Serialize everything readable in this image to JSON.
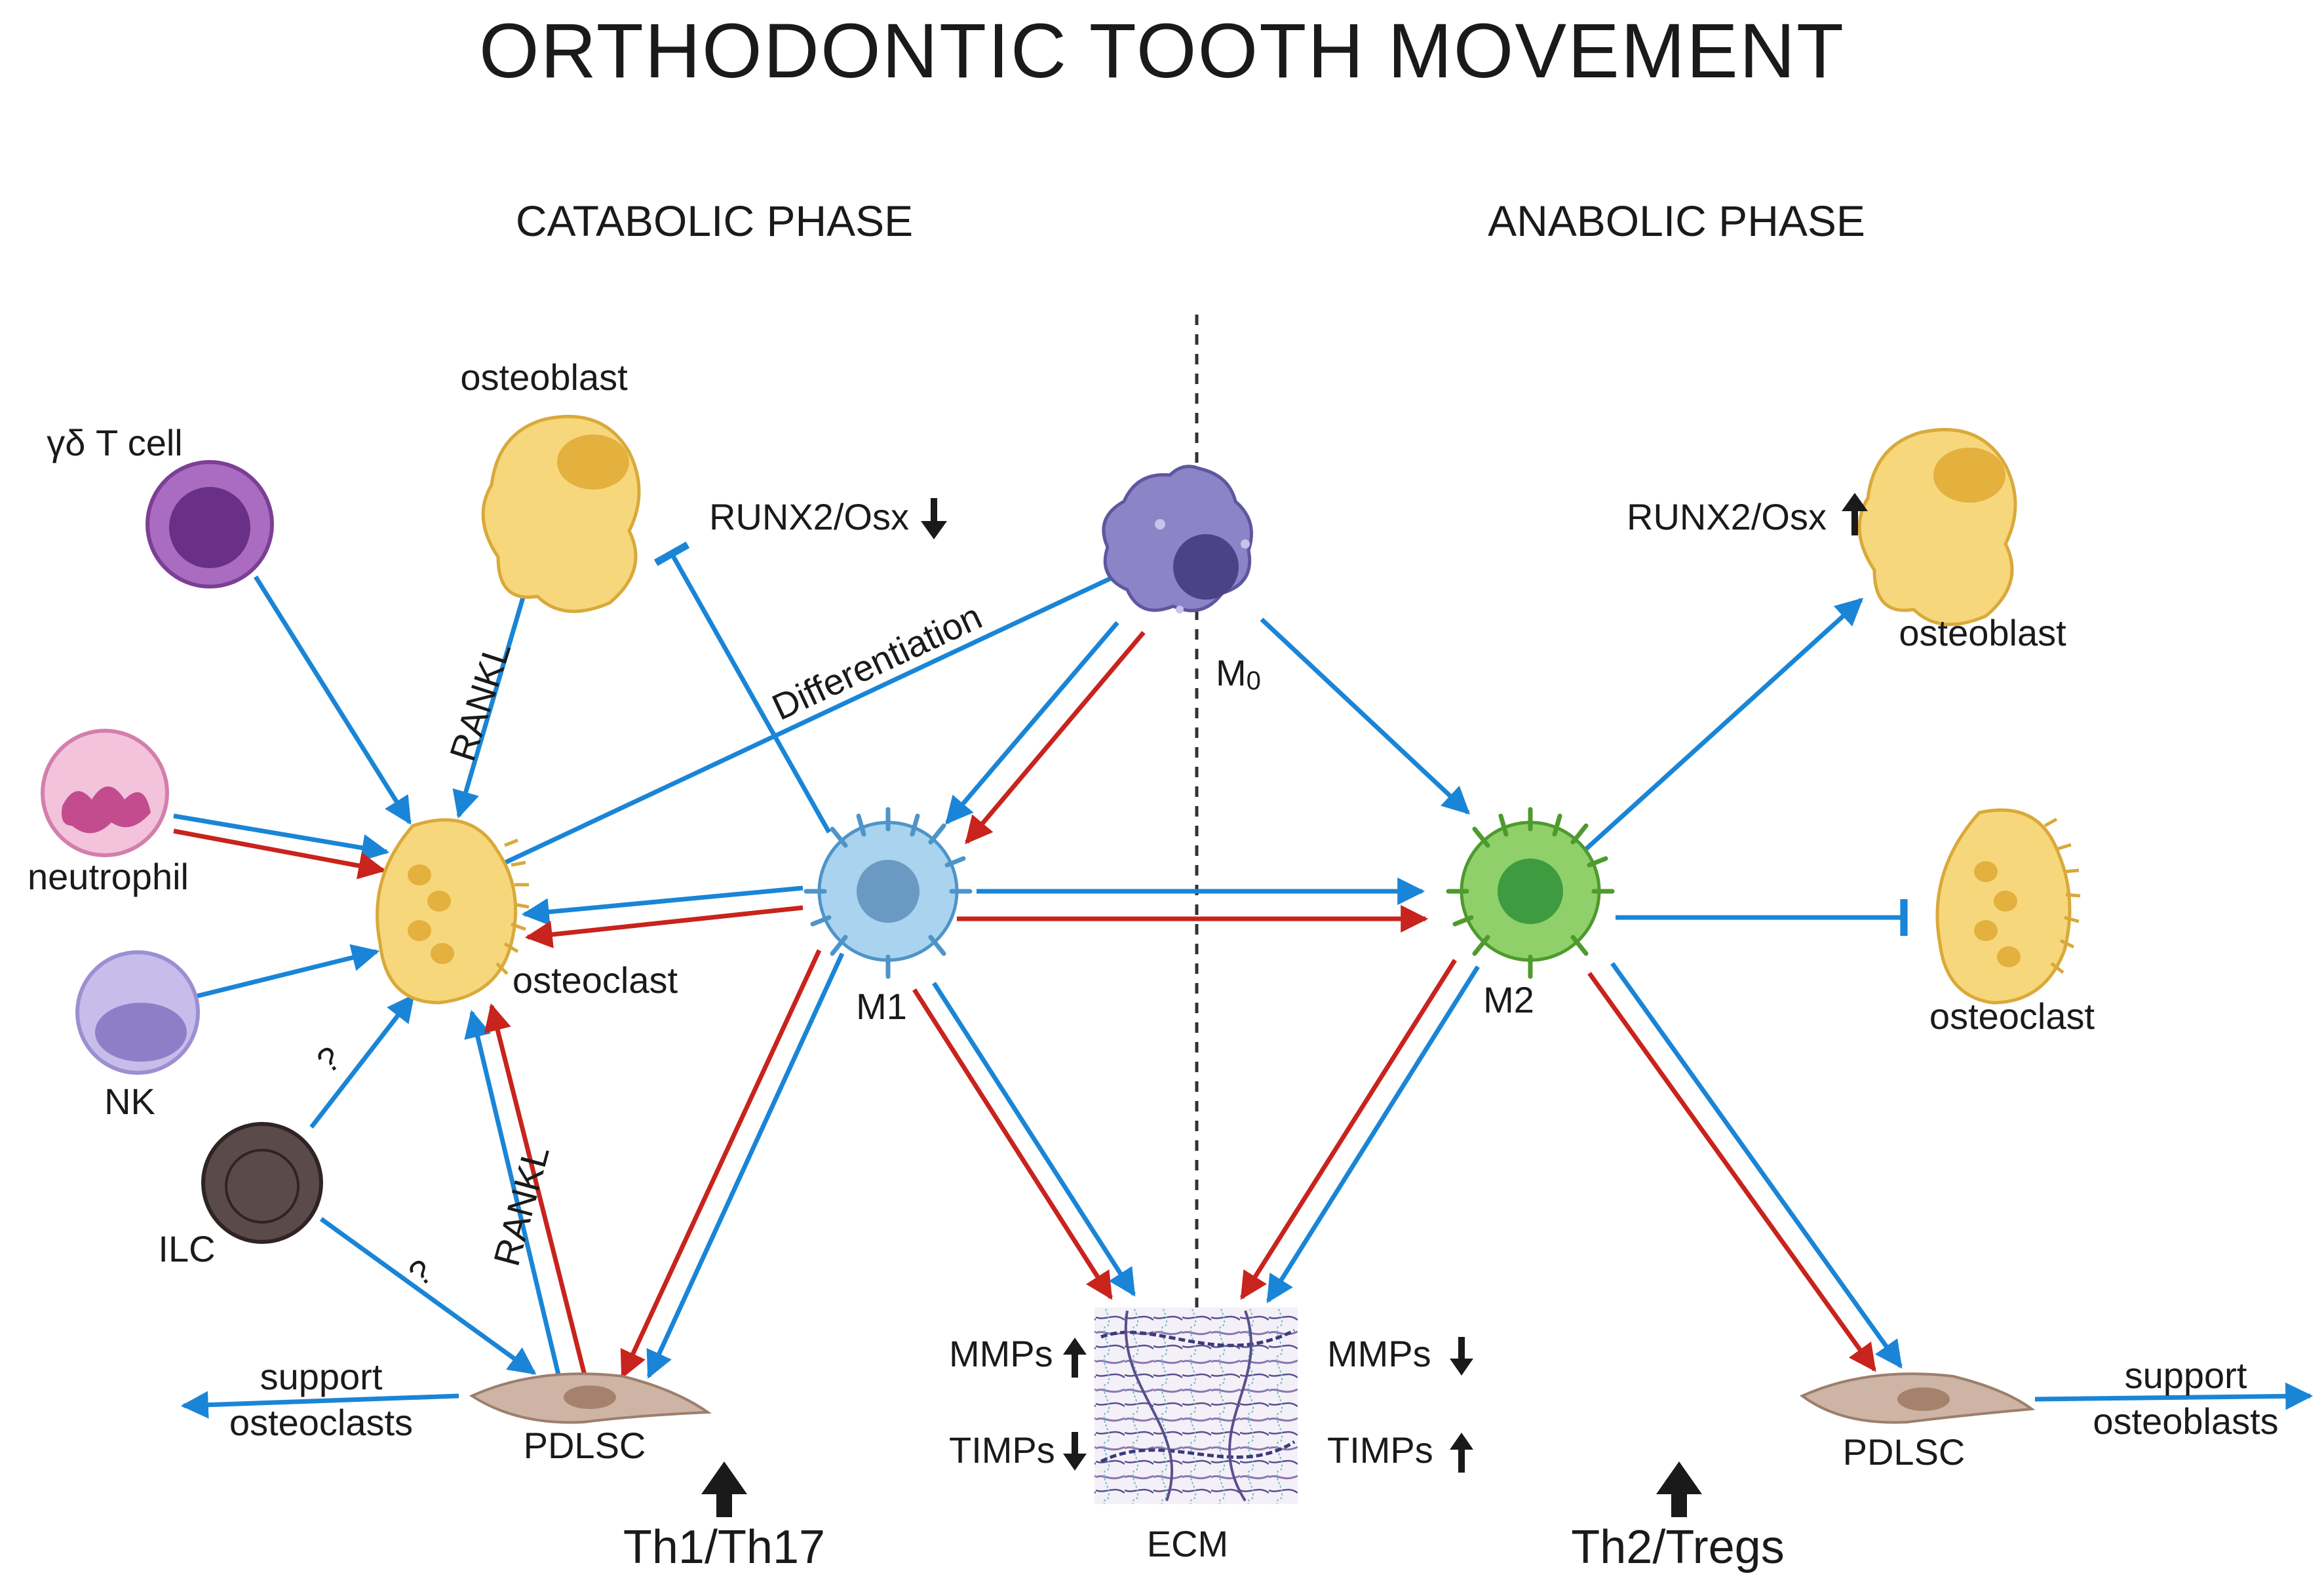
{
  "title": "ORTHODONTIC TOOTH MOVEMENT",
  "phases": {
    "catabolic": "CATABOLIC PHASE",
    "anabolic": "ANABOLIC PHASE"
  },
  "cells": {
    "osteoblast_left": "osteoblast",
    "gdt": "γδ T cell",
    "neutrophil": "neutrophil",
    "nk": "NK",
    "ilc": "ILC",
    "osteoclast_left": "osteoclast",
    "pdlsc_left": "PDLSC",
    "m0_main": "M",
    "m0_sub": "0",
    "m1": "M1",
    "m2": "M2",
    "osteoblast_right": "osteoblast",
    "osteoclast_right": "osteoclast",
    "pdlsc_right": "PDLSC",
    "ecm": "ECM"
  },
  "labels": {
    "runx_left": "RUNX2/Osx",
    "runx_right": "RUNX2/Osx",
    "rankl_top": "RANKL",
    "rankl_bottom": "RANKL",
    "differentiation": "Differentiation",
    "q1": "?",
    "q2": "?",
    "support_left_1": "support",
    "support_left_2": "osteoclasts",
    "support_right_1": "support",
    "support_right_2": "osteoblasts",
    "mmps_left": "MMPs",
    "timps_left": "TIMPs",
    "mmps_right": "MMPs",
    "timps_right": "TIMPs",
    "th_left": "Th1/Th17",
    "th_right": "Th2/Tregs"
  },
  "colors": {
    "blue": "#1a85d6",
    "red": "#c8231d",
    "dark": "#1a1a1a"
  }
}
